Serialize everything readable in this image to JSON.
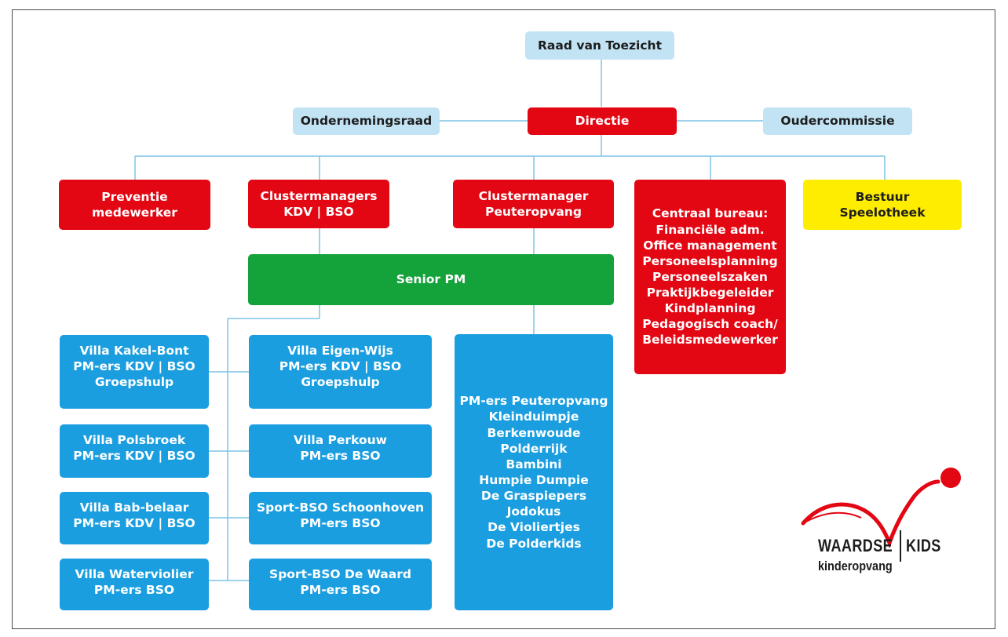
{
  "top": {
    "raad": [
      "Raad van Toezicht"
    ],
    "ondernemingsraad": [
      "Ondernemingsraad"
    ],
    "directie": [
      "Directie"
    ],
    "oudercommissie": [
      "Oudercommissie"
    ]
  },
  "level2": {
    "preventie": [
      "Preventie",
      "medewerker"
    ],
    "clustermanagers": [
      "Clustermanagers",
      "KDV | BSO"
    ],
    "clustermanager_po": [
      "Clustermanager",
      "Peuteropvang"
    ],
    "centraal_bureau": [
      "Centraal bureau:",
      "Financiële adm.",
      "Office management",
      "Personeelsplanning",
      "Personeelszaken",
      "Praktijkbegeleider",
      "Kindplanning",
      "Pedagogisch coach/",
      "Beleidsmedewerker"
    ],
    "speelotheek": [
      "Bestuur",
      "Speelotheek"
    ]
  },
  "senior": [
    "Senior PM"
  ],
  "locations_left": [
    [
      "Villa Kakel-Bont",
      "PM-ers KDV | BSO",
      "Groepshulp"
    ],
    [
      "Villa Polsbroek",
      "PM-ers KDV | BSO"
    ],
    [
      "Villa Bab-belaar",
      "PM-ers  KDV | BSO"
    ],
    [
      "Villa Waterviolier",
      "PM-ers BSO"
    ]
  ],
  "locations_mid": [
    [
      "Villa Eigen-Wijs",
      "PM-ers KDV | BSO",
      "Groepshulp"
    ],
    [
      "Villa Perkouw",
      "PM-ers BSO"
    ],
    [
      "Sport-BSO Schoonhoven",
      "PM-ers BSO"
    ],
    [
      "Sport-BSO De Waard",
      "PM-ers BSO"
    ]
  ],
  "peuteropvang": [
    "PM-ers Peuteropvang",
    "Kleinduimpje",
    "Berkenwoude",
    "Polderrijk",
    "Bambini",
    "Humpie Dumpie",
    "De Graspiepers",
    "Jodokus",
    "De Violiertjes",
    "De Polderkids"
  ],
  "logo": {
    "word1": "WAARDSE",
    "word2": "KIDS",
    "word3": "kinderopvang"
  },
  "colors": {
    "light_blue": "#c2e3f4",
    "red": "#e30613",
    "yellow": "#ffed00",
    "green": "#14a23a",
    "blue": "#1a9ee0",
    "line": "#7fc4e6"
  }
}
